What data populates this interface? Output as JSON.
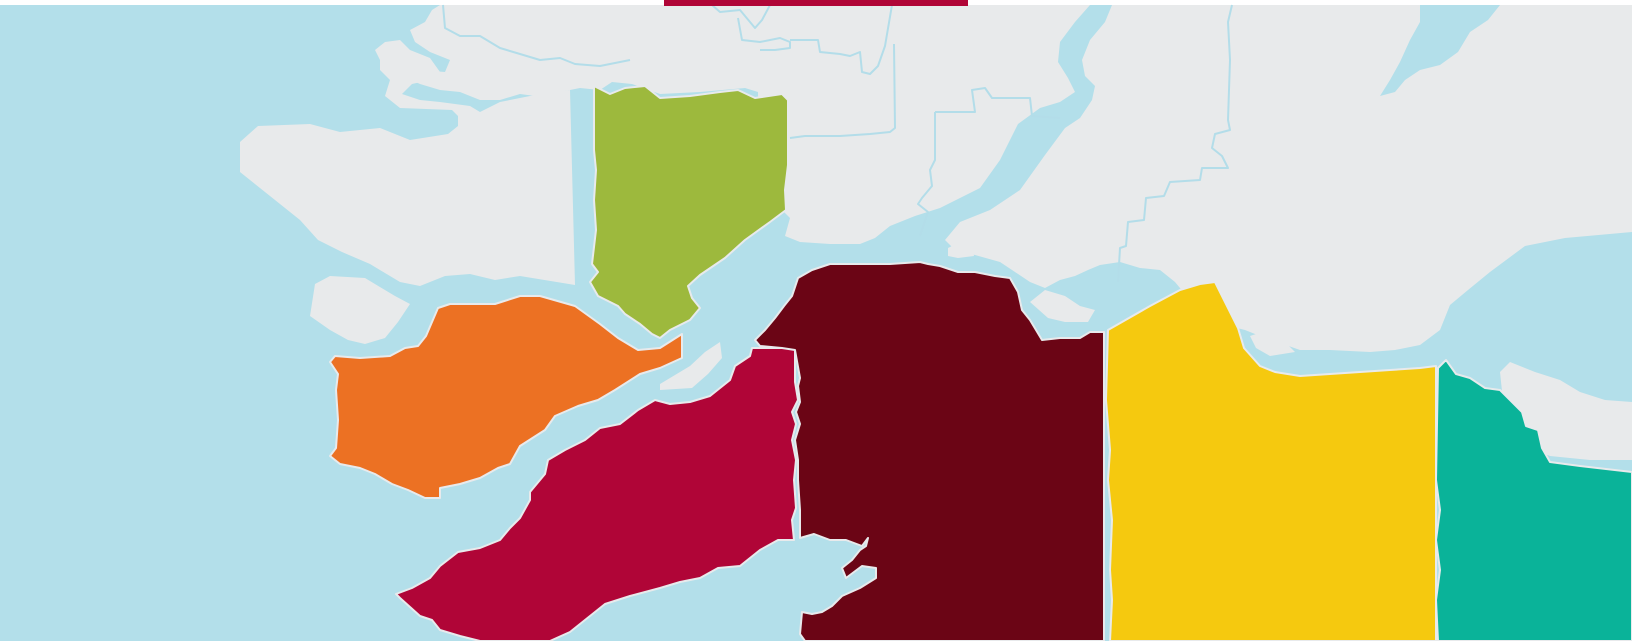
{
  "map": {
    "colors": {
      "water": "#b3dfea",
      "land": "#e8eaeb",
      "boundary": "#b3dde9",
      "top_accent": "#b00537"
    },
    "regions": [
      {
        "key": "green",
        "color": "#9db93d"
      },
      {
        "key": "orange",
        "color": "#ec7123"
      },
      {
        "key": "crimson",
        "color": "#b00537"
      },
      {
        "key": "maroon",
        "color": "#6b0515"
      },
      {
        "key": "yellow",
        "color": "#f5c90f"
      },
      {
        "key": "teal",
        "color": "#0ab399"
      }
    ]
  }
}
